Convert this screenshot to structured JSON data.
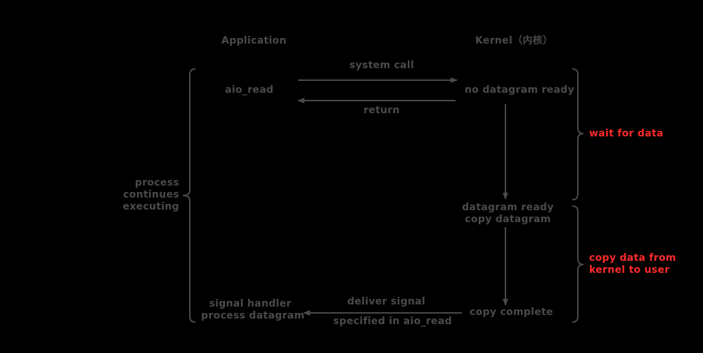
{
  "headers": {
    "application": "Application",
    "kernel": "Kernel（内核）"
  },
  "application": {
    "call": "aio_read",
    "process_line1": "process",
    "process_line2": "continues",
    "process_line3": "executing",
    "handler_line1": "signal handler",
    "handler_line2": "process datagram"
  },
  "kernel": {
    "no_datagram": "no datagram ready",
    "ready_line1": "datagram ready",
    "ready_line2": "copy datagram",
    "copy_complete": "copy complete"
  },
  "arrows": {
    "system_call": "system call",
    "return": "return",
    "deliver_signal": "deliver signal",
    "specified": "specified in aio_read"
  },
  "phases": {
    "wait": "wait for data",
    "copy_line1": "copy data from",
    "copy_line2": "kernel to user"
  },
  "colors": {
    "background": "#000000",
    "text": "#4a4a4a",
    "lines": "#4a4a4a",
    "phase_text": "#ff2a2a"
  }
}
